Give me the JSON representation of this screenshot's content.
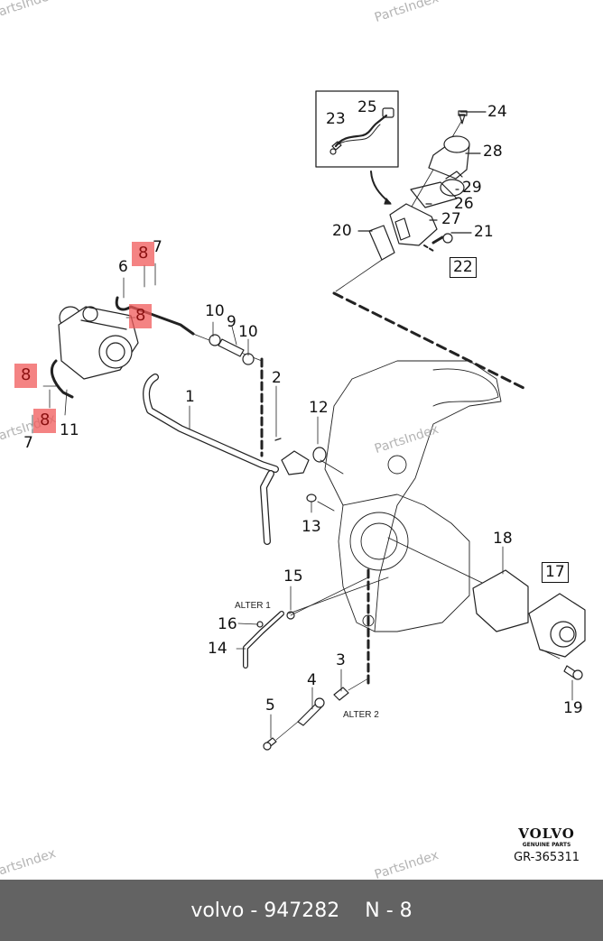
{
  "diagram": {
    "title": "Volvo genuine parts diagram",
    "watermark_text": "PartsIndex",
    "brand": {
      "logo": "VOLVO",
      "tagline": "GENUINE PARTS",
      "drawing_code": "GR-365311"
    },
    "variant_labels": {
      "alter1": "ALTER 1",
      "alter2": "ALTER 2"
    },
    "callouts": [
      {
        "id": "c1",
        "number": "1",
        "highlighted": false
      },
      {
        "id": "c2",
        "number": "2",
        "highlighted": false
      },
      {
        "id": "c3",
        "number": "3",
        "highlighted": false
      },
      {
        "id": "c4",
        "number": "4",
        "highlighted": false
      },
      {
        "id": "c5",
        "number": "5",
        "highlighted": false
      },
      {
        "id": "c6",
        "number": "6",
        "highlighted": false
      },
      {
        "id": "c7a",
        "number": "7",
        "highlighted": false
      },
      {
        "id": "c7b",
        "number": "7",
        "highlighted": false
      },
      {
        "id": "c8a",
        "number": "8",
        "highlighted": true
      },
      {
        "id": "c8b",
        "number": "8",
        "highlighted": true
      },
      {
        "id": "c8c",
        "number": "8",
        "highlighted": true
      },
      {
        "id": "c8d",
        "number": "8",
        "highlighted": true
      },
      {
        "id": "c9",
        "number": "9",
        "highlighted": false
      },
      {
        "id": "c10a",
        "number": "10",
        "highlighted": false
      },
      {
        "id": "c10b",
        "number": "10",
        "highlighted": false
      },
      {
        "id": "c11",
        "number": "11",
        "highlighted": false
      },
      {
        "id": "c12",
        "number": "12",
        "highlighted": false
      },
      {
        "id": "c13",
        "number": "13",
        "highlighted": false
      },
      {
        "id": "c14",
        "number": "14",
        "highlighted": false
      },
      {
        "id": "c15",
        "number": "15",
        "highlighted": false
      },
      {
        "id": "c16",
        "number": "16",
        "highlighted": false
      },
      {
        "id": "c17",
        "number": "17",
        "highlighted": false,
        "boxed": true
      },
      {
        "id": "c18",
        "number": "18",
        "highlighted": false
      },
      {
        "id": "c19",
        "number": "19",
        "highlighted": false
      },
      {
        "id": "c20",
        "number": "20",
        "highlighted": false
      },
      {
        "id": "c21",
        "number": "21",
        "highlighted": false
      },
      {
        "id": "c22",
        "number": "22",
        "highlighted": false,
        "boxed": true
      },
      {
        "id": "c23",
        "number": "23",
        "highlighted": false
      },
      {
        "id": "c24",
        "number": "24",
        "highlighted": false
      },
      {
        "id": "c25",
        "number": "25",
        "highlighted": false
      },
      {
        "id": "c26",
        "number": "26",
        "highlighted": false
      },
      {
        "id": "c27",
        "number": "27",
        "highlighted": false
      },
      {
        "id": "c28",
        "number": "28",
        "highlighted": false
      },
      {
        "id": "c29",
        "number": "29",
        "highlighted": false
      }
    ],
    "highlight_color": "#f05a5a"
  },
  "footer": {
    "part_label": "volvo - 947282",
    "position_label": "N - 8",
    "background": "#636363"
  }
}
